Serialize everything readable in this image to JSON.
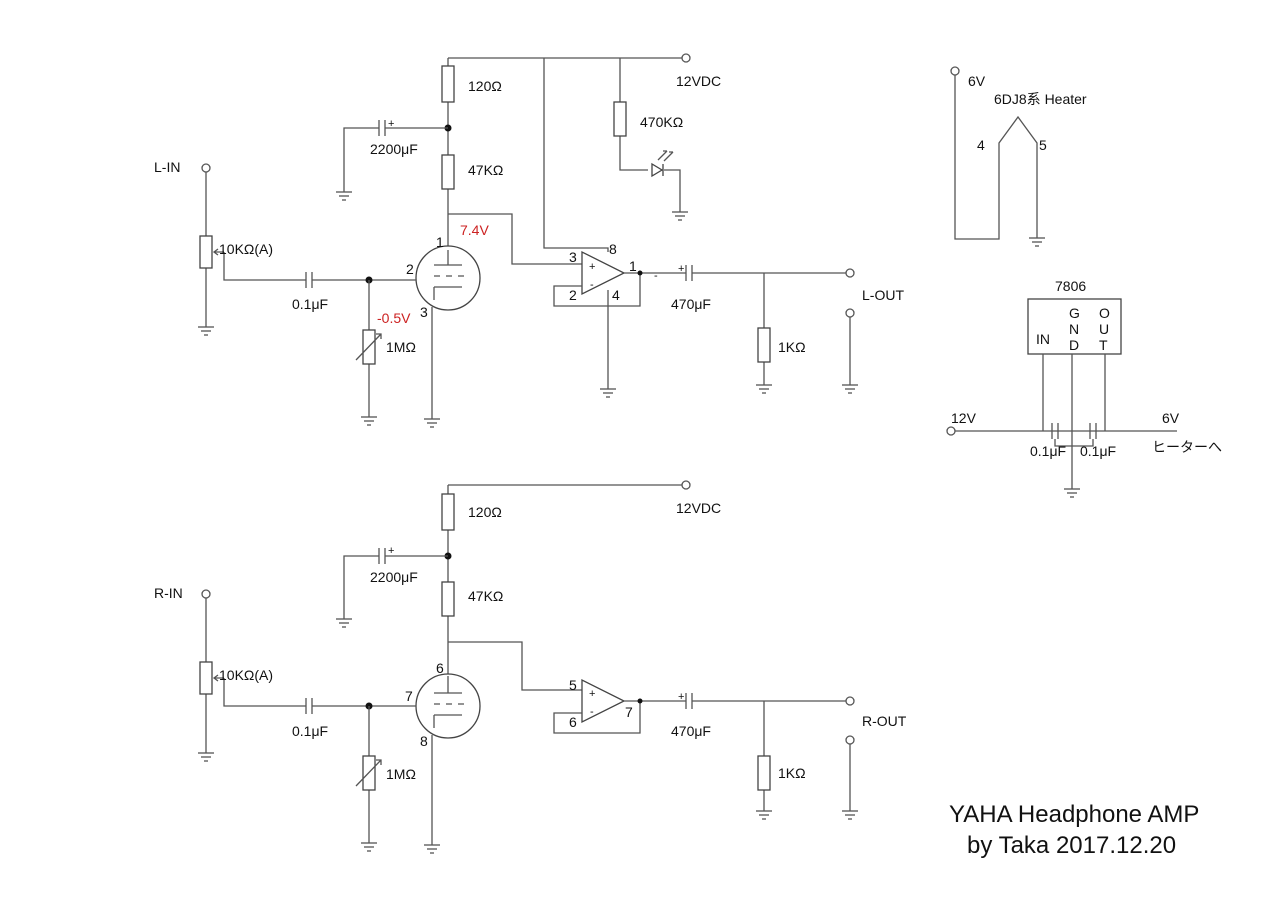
{
  "title": {
    "line1": "YAHA Headphone AMP",
    "line2": "by  Taka 2017.12.20"
  },
  "left_channel": {
    "input": "L-IN",
    "output": "L-OUT",
    "supply": "12VDC",
    "r_plate_top": "120Ω",
    "r_plate": "47KΩ",
    "c_decouple": "2200μF",
    "volume_pot": "10KΩ(A)",
    "c_in": "0.1μF",
    "r_grid": "1MΩ",
    "led_r": "470KΩ",
    "c_out": "470μF",
    "r_load": "1KΩ",
    "v_plate": "7.4V",
    "v_grid": "-0.5V",
    "tube_pins": {
      "plate": "1",
      "grid": "2",
      "cathode": "3"
    },
    "opamp_pins": {
      "in_plus": "3",
      "in_minus": "2",
      "out": "1",
      "vcc": "8",
      "gnd": "4"
    },
    "plus": "+",
    "minus": "-"
  },
  "right_channel": {
    "input": "R-IN",
    "output": "R-OUT",
    "supply": "12VDC",
    "r_plate_top": "120Ω",
    "r_plate": "47KΩ",
    "c_decouple": "2200μF",
    "volume_pot": "10KΩ(A)",
    "c_in": "0.1μF",
    "r_grid": "1MΩ",
    "c_out": "470μF",
    "r_load": "1KΩ",
    "tube_pins": {
      "plate": "6",
      "grid": "7",
      "cathode": "8"
    },
    "opamp_pins": {
      "in_plus": "5",
      "in_minus": "6",
      "out": "7"
    },
    "plus": "+",
    "minus": "-"
  },
  "heater": {
    "supply": "6V",
    "label": "6DJ8系  Heater",
    "pin_a": "4",
    "pin_b": "5"
  },
  "regulator": {
    "name": "7806",
    "pin_in": "IN",
    "pin_gnd": [
      "G",
      "N",
      "D"
    ],
    "pin_out": [
      "O",
      "U",
      "T"
    ],
    "v_in": "12V",
    "v_out": "6V",
    "c1": "0.1μF",
    "c2": "0.1μF",
    "to_heater": "ヒーターへ"
  }
}
